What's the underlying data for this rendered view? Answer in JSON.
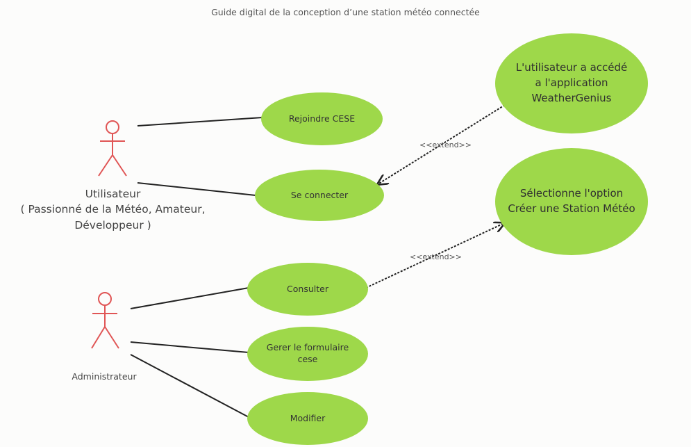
{
  "title": "Guide digital de la conception d’une station météo connectée",
  "actors": {
    "user": "Utilisateur\n( Passionné de la Météo, Amateur,\nDéveloppeur )",
    "admin": "Administrateur"
  },
  "use_cases": {
    "rejoindre": "Rejoindre CESE",
    "connecter": "Se connecter",
    "consulter": "Consulter",
    "gerer": "Gerer le formulaire cese",
    "modifier": "Modifier",
    "acces": "L'utilisateur a accédé a l'application WeatherGenius",
    "selection": "Sélectionne l'option Créer une Station Météo"
  },
  "extend_labels": {
    "first": "<<extend>>",
    "second": "<<extend>>"
  },
  "colors": {
    "usecase_fill": "#9ed84a",
    "actor_stroke": "#e05555",
    "line": "#222222"
  }
}
